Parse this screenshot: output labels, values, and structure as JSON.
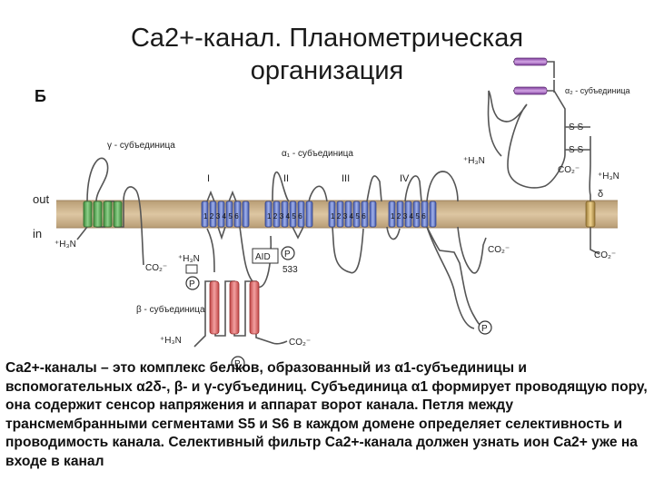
{
  "title": {
    "line1": "Ca2+-канал. Планометрическая",
    "line2": "организация"
  },
  "panel_letter": "Б",
  "labels": {
    "out": "out",
    "in": "in",
    "gamma": "γ - субъединица",
    "alpha1": "α₁ - субъединица",
    "alpha2": "α₂ - субъединица",
    "beta": "β - субъединица",
    "delta": "δ",
    "domains": [
      "I",
      "II",
      "III",
      "IV"
    ],
    "segments": "123456",
    "aid": "AID",
    "p": "P",
    "s533": "533",
    "h3n": "⁺H₃N",
    "co2": "CO₂⁻",
    "ss": "S S"
  },
  "caption": "Ca2+-каналы – это комплекс белков, образованный из α1-субъединицы и вспомогательных α2δ-, β- и γ-субъединиц. Субъединица α1 формирует проводящую пору, она содержит сенсор напряжения и аппарат ворот канала. Петля между трансмембранными сегментами S5 и S6 в каждом домене определяет селективность и проводимость канала. Селективный фильтр Ca2+-канала должен узнать ион Ca2+ уже на входе в канал",
  "colors": {
    "membrane": "#c9ad84",
    "gamma": "#5fa85a",
    "alpha1": "#6f82cc",
    "beta": "#e07070",
    "alpha2": "#a467bf",
    "delta": "#c9a050"
  }
}
